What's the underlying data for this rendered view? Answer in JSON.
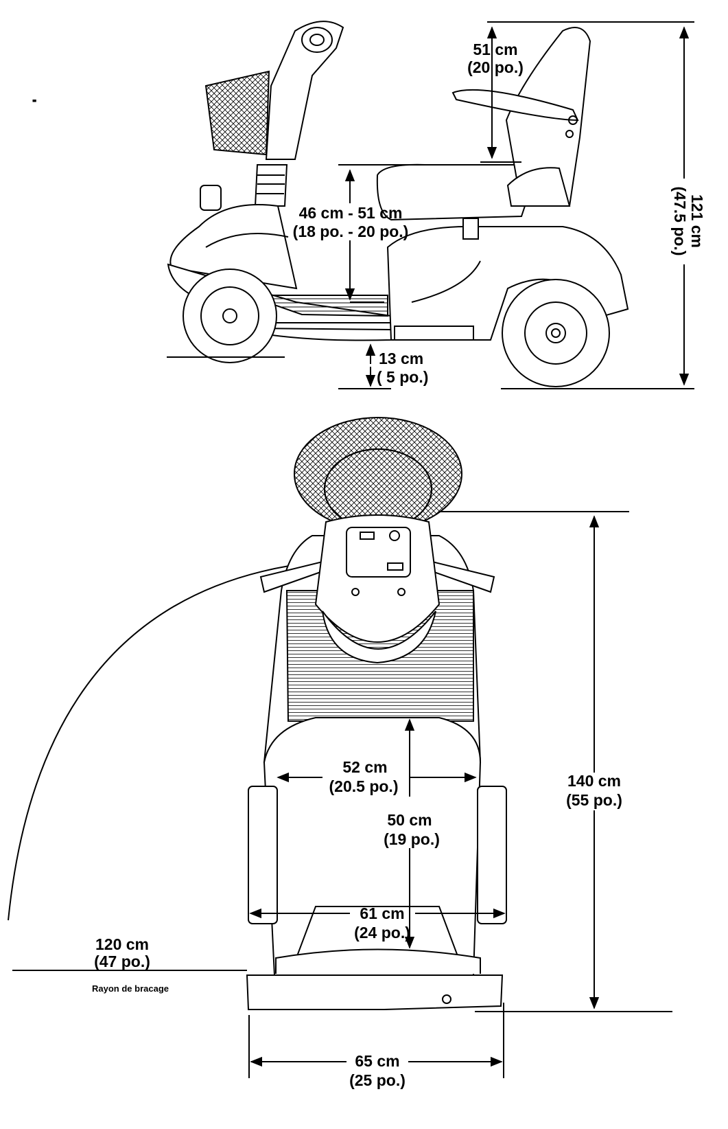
{
  "side_view": {
    "stray_mark": "-",
    "dimensions": {
      "backrest": {
        "line1": "51 cm",
        "line2": "(20 po.)"
      },
      "seat_height": {
        "line1": "46 cm - 51 cm",
        "line2": "(18 po. - 20 po.)"
      },
      "ground_clearance": {
        "line1": "13 cm",
        "line2": "( 5 po.)"
      },
      "overall_height": {
        "line1": "121 cm",
        "line2": "(47.5 po.)"
      }
    }
  },
  "top_view": {
    "dimensions": {
      "seat_width": {
        "line1": "52 cm",
        "line2": "(20.5 po.)"
      },
      "seat_depth": {
        "line1": "50 cm",
        "line2": "(19 po.)"
      },
      "overall_length": {
        "line1": "140 cm",
        "line2": "(55 po.)"
      },
      "armrest_width": {
        "line1": "61 cm",
        "line2": "(24 po.)"
      },
      "overall_width": {
        "line1": "65 cm",
        "line2": "(25 po.)"
      },
      "turning_radius": {
        "line1": "120 cm",
        "line2": "(47 po.)",
        "caption": "Rayon de bracage"
      }
    }
  }
}
